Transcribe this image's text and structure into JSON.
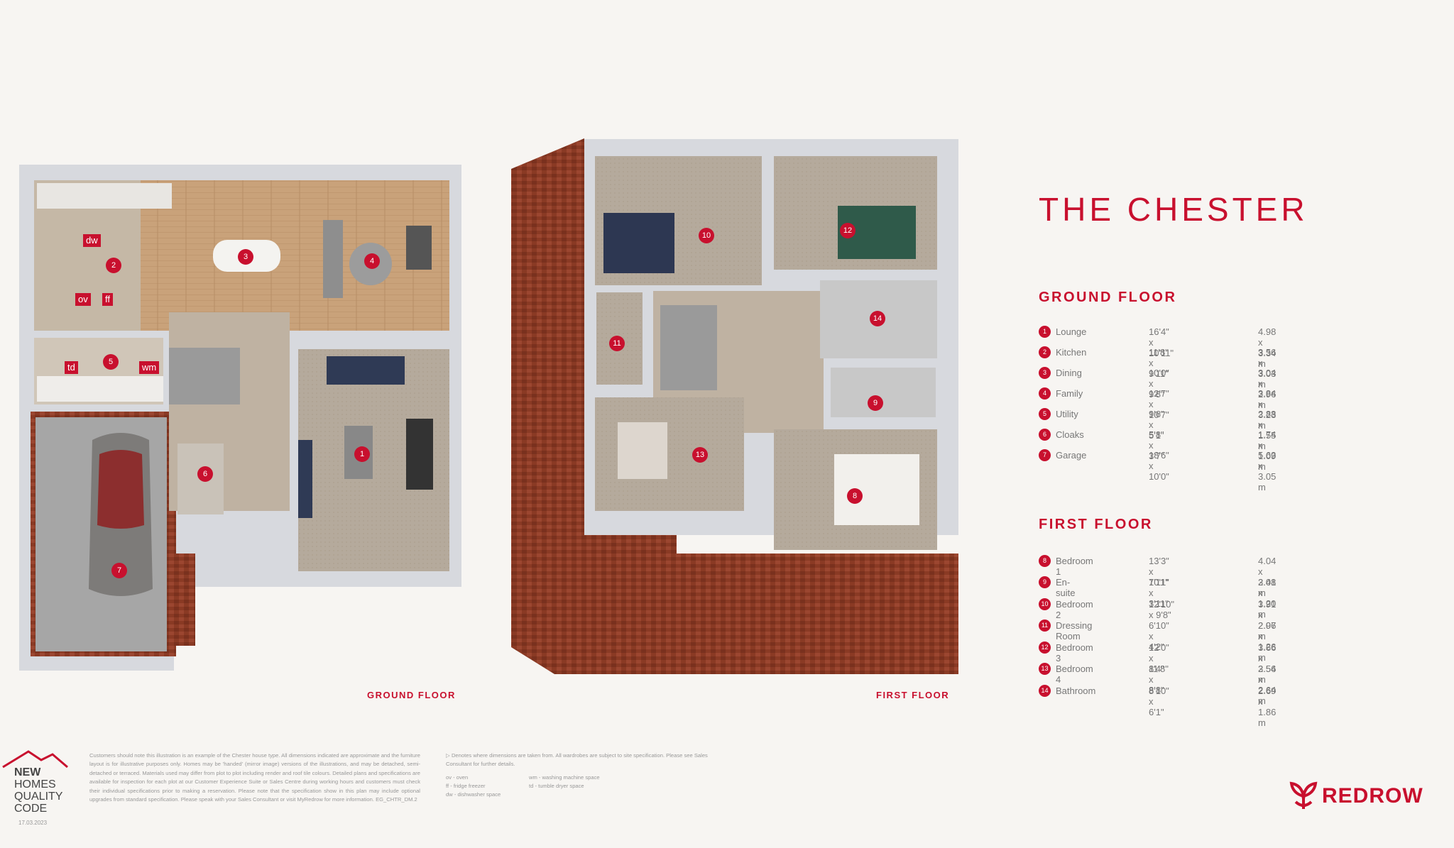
{
  "title": "THE CHESTER",
  "ground_floor": {
    "heading": "GROUND FLOOR",
    "rooms": [
      {
        "num": "1",
        "name": "Lounge",
        "imperial": "16'4\" x 10'11\"",
        "metric": "4.98 x 3.34 m"
      },
      {
        "num": "2",
        "name": "Kitchen",
        "imperial": "11'8\" x 9'11\"",
        "metric": "3.56 x 3.03 m"
      },
      {
        "num": "3",
        "name": "Dining",
        "imperial": "10'0\" x 9'8\"",
        "metric": "3.04 x 2.96 m"
      },
      {
        "num": "4",
        "name": "Family",
        "imperial": "12'7\" x 10'7\"",
        "metric": "3.84 x 3.23 m"
      },
      {
        "num": "5",
        "name": "Utility",
        "imperial": "9'6\" x 5'1\"",
        "metric": "2.88 x 1.55 m"
      },
      {
        "num": "6",
        "name": "Cloaks",
        "imperial": "5'8\" x 3'7\"",
        "metric": "1.74 x 1.09 m"
      },
      {
        "num": "7",
        "name": "Garage",
        "imperial": "18'6\" x 10'0\"",
        "metric": "5.63 x 3.05 m"
      }
    ]
  },
  "first_floor": {
    "heading": "FIRST FLOOR",
    "rooms": [
      {
        "num": "8",
        "name": "Bedroom 1",
        "imperial": "13'3\" x 10'1\"",
        "metric": "4.04 x 3.08 m"
      },
      {
        "num": "9",
        "name": "En-suite",
        "imperial": "7'11\" x 3'11\"",
        "metric": "2.41 x 1.20 m"
      },
      {
        "num": "10",
        "name": "Bedroom 2",
        "imperial": "12'10\" x 9'8\"",
        "metric": "3.91 x 2.96 m"
      },
      {
        "num": "11",
        "name": "Dressing Room",
        "imperial": "6'10\" x 4'2\"",
        "metric": "2.07 x 1.26 m"
      },
      {
        "num": "12",
        "name": "Bedroom 3",
        "imperial": "12'0\" x 8'4\"",
        "metric": "3.66 x 2.54 m"
      },
      {
        "num": "13",
        "name": "Bedroom 4",
        "imperial": "11'8\" x 8'8\"",
        "metric": "3.56 x 2.64 m"
      },
      {
        "num": "14",
        "name": "Bathroom",
        "imperial": "8'10\" x 6'1\"",
        "metric": "2.69 x 1.86 m"
      }
    ]
  },
  "plan_labels": {
    "ground": "GROUND FLOOR",
    "first": "FIRST FLOOR",
    "tags": {
      "dw": "dw",
      "ov": "ov",
      "ff": "ff",
      "td": "td",
      "wm": "wm"
    }
  },
  "disclaimer": "Customers should note this illustration is an example of the Chester house type. All dimensions indicated are approximate and the furniture layout is for illustrative purposes only. Homes may be 'handed' (mirror image) versions of the illustrations, and may be detached, semi-detached or terraced. Materials used may differ from plot to plot including render and roof tile colours. Detailed plans and specifications are available for inspection for each plot at our Customer Experience Suite or Sales Centre during working hours and customers must check their individual specifications prior to making a reservation. Please note that the specification show in this plan may include optional upgrades from standard specification. Please speak with your Sales Consultant or visit MyRedrow for more information. EG_CHTR_DM.2",
  "dimension_note": "▷ Denotes where dimensions are taken from. All wardrobes are subject to site specification. Please see Sales Consultant for further details.",
  "abbreviations": {
    "col1": [
      "ov - oven",
      "ff - fridge freezer",
      "dw - dishwasher space"
    ],
    "col2": [
      "wm - washing machine space",
      "td - tumble dryer space"
    ]
  },
  "nhqc": {
    "line1": "NEW",
    "line2": "HOMES",
    "line3": "QUALITY",
    "line4": "CODE"
  },
  "date": "17.03.2023",
  "brand": "REDROW",
  "colors": {
    "accent": "#c8102e",
    "floor": "#b3a89a",
    "wood": "#c9a27a",
    "wall": "#d7d9de",
    "brick": "#8a3a24"
  }
}
